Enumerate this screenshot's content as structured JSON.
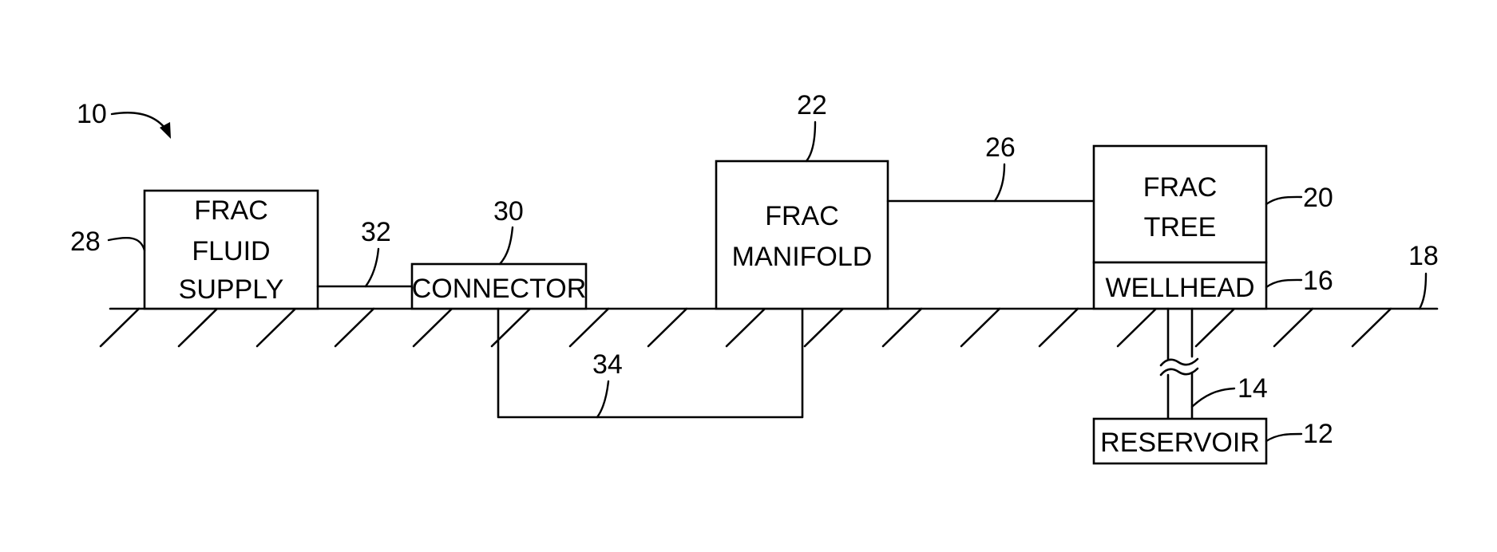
{
  "labels": {
    "frac_fluid_supply": [
      "FRAC",
      "FLUID",
      "SUPPLY"
    ],
    "connector": "CONNECTOR",
    "frac_manifold": [
      "FRAC",
      "MANIFOLD"
    ],
    "frac_tree": [
      "FRAC",
      "TREE"
    ],
    "wellhead": "WELLHEAD",
    "reservoir": "RESERVOIR"
  },
  "refs": {
    "system": "10",
    "reservoir": "12",
    "well": "14",
    "wellhead": "16",
    "ground": "18",
    "frac_tree": "20",
    "frac_manifold": "22",
    "line_26": "26",
    "frac_fluid_supply": "28",
    "connector": "30",
    "line_32": "32",
    "line_34": "34"
  }
}
